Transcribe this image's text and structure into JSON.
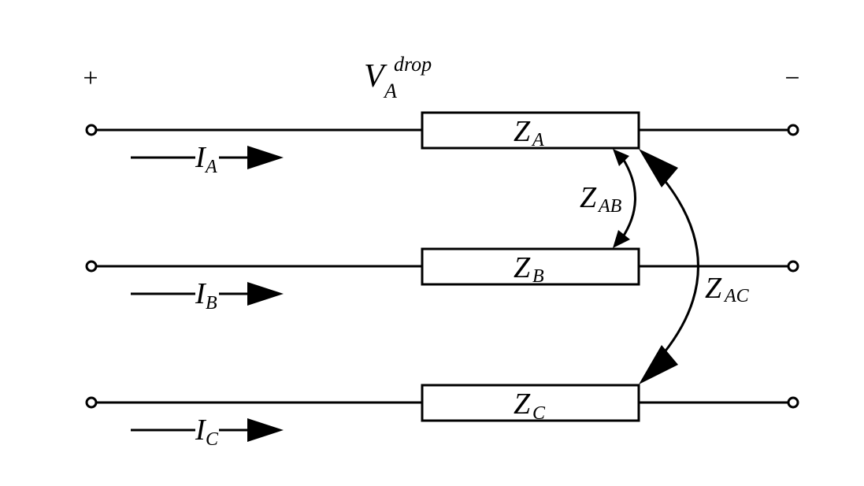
{
  "polarity": {
    "plus": "+",
    "minus": "−"
  },
  "voltage_drop": {
    "symbol": "V",
    "superscript": "drop",
    "subscript": "A"
  },
  "impedances": {
    "a": {
      "symbol": "Z",
      "subscript": "A"
    },
    "b": {
      "symbol": "Z",
      "subscript": "B"
    },
    "c": {
      "symbol": "Z",
      "subscript": "C"
    }
  },
  "mutual_impedances": {
    "ab": {
      "symbol": "Z",
      "subscript": "AB"
    },
    "ac": {
      "symbol": "Z",
      "subscript": "AC"
    }
  },
  "currents": {
    "a": {
      "symbol": "I",
      "subscript": "A"
    },
    "b": {
      "symbol": "I",
      "subscript": "B"
    },
    "c": {
      "symbol": "I",
      "subscript": "C"
    }
  },
  "colors": {
    "stroke": "#000000",
    "background": "#ffffff"
  }
}
